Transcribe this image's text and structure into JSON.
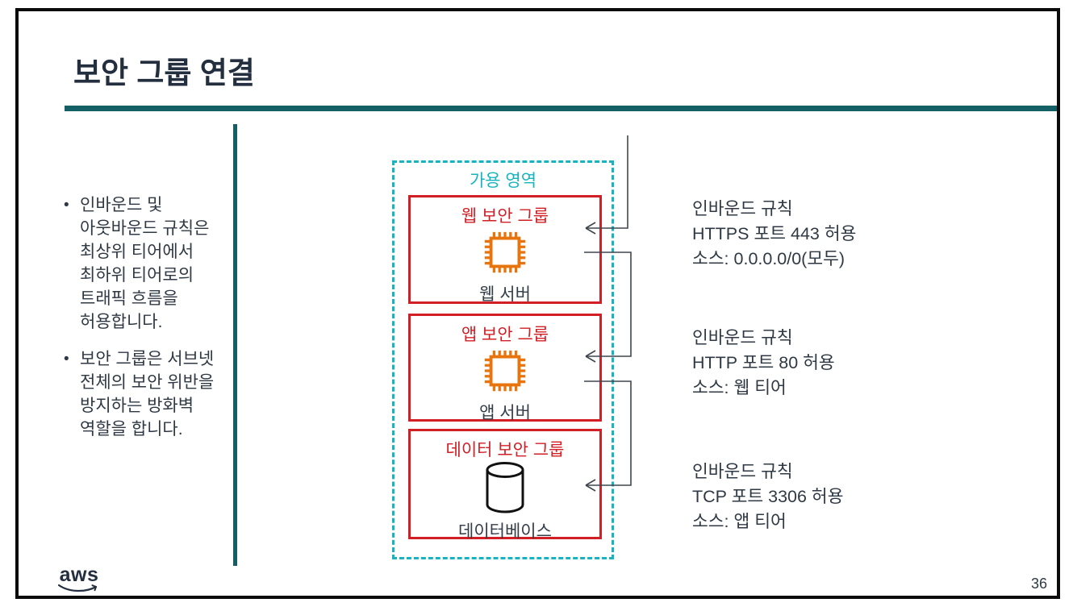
{
  "slide": {
    "title": "보안 그룹 연결",
    "page_number": "36",
    "logo_text": "aws"
  },
  "bullets": [
    "인바운드 및 아웃바운드 규칙은 최상위 티어에서 최하위 티어로의 트래픽 흐름을 허용합니다.",
    "보안 그룹은 서브넷 전체의 보안 위반을 방지하는 방화벽 역할을 합니다."
  ],
  "diagram": {
    "availability_zone_label": "가용 영역",
    "groups": [
      {
        "title": "웹 보안 그룹",
        "server_label": "웹 서버",
        "icon": "server-chip-icon"
      },
      {
        "title": "앱 보안 그룹",
        "server_label": "앱 서버",
        "icon": "server-chip-icon"
      },
      {
        "title": "데이터 보안 그룹",
        "server_label": "데이터베이스",
        "icon": "database-icon"
      }
    ]
  },
  "annotations": [
    {
      "line1": "인바운드 규칙",
      "line2": "HTTPS 포트 443 허용",
      "line3": "소스: 0.0.0.0/0(모두)"
    },
    {
      "line1": "인바운드 규칙",
      "line2": "HTTP 포트 80 허용",
      "line3": "소스: 웹 티어"
    },
    {
      "line1": "인바운드 규칙",
      "line2": "TCP 포트 3306 허용",
      "line3": "소스: 앱 티어"
    }
  ],
  "colors": {
    "accent_teal": "#145e66",
    "az_cyan": "#17b3c1",
    "group_red": "#d21f26",
    "server_orange": "#e8740e",
    "text_dark": "#232f3e",
    "arrow_gray": "#3f464e"
  }
}
